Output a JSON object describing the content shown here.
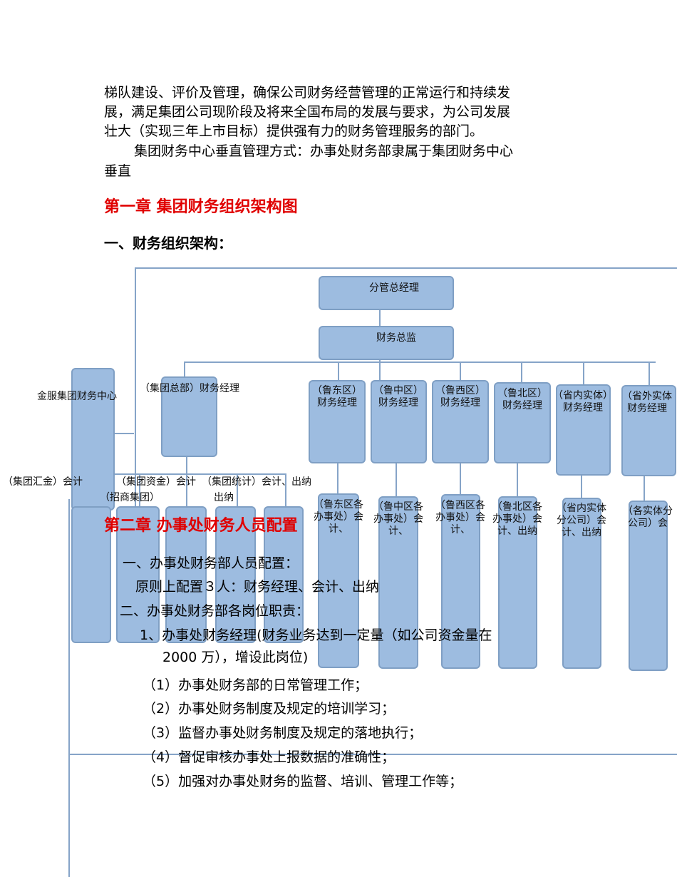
{
  "intro": {
    "lines": [
      "梯队建设、评价及管理，确保公司财务经营管理的正常运行和持续发",
      "展，满足集团公司现阶段及将来全国布局的发展与要求，为公司发展",
      "壮大（实现三年上市目标）提供强有力的财务管理服务的部门。",
      "集团财务中心垂直管理方式：办事处财务部隶属于集团财务中心",
      "垂直"
    ]
  },
  "chapter1": {
    "title": "第一章  集团财务组织架构图",
    "section": "一、财务组织架构："
  },
  "org": {
    "top": "分管总经理",
    "cfo": "财务总监",
    "center": "金服集团财务中心",
    "hq": "（集团总部）财务经理",
    "regions": [
      {
        "a": "（鲁东区）",
        "b": "财务经理"
      },
      {
        "a": "（鲁中区）",
        "b": "财务经理"
      },
      {
        "a": "（鲁西区）",
        "b": "财务经理"
      },
      {
        "a": "（鲁北区）",
        "b": "财务经理"
      },
      {
        "a": "（省内实体）",
        "b": "财务经理"
      },
      {
        "a": "（省外实体",
        "b": "财务经理"
      }
    ],
    "hq_staff": [
      "（集团汇金）会计",
      "（招商集团）",
      "（集团资金）会计",
      "出纳",
      "（集团统计）会计、出纳"
    ],
    "region_staff": [
      "（鲁东区各办事处）会计、",
      "（鲁中区各办事处）会计、",
      "（鲁西区各办事处）会计、",
      "（鲁北区各办事处）会计、出纳",
      "（省内实体分公司）会计、出纳",
      "（各实体分公司）会"
    ]
  },
  "chapter2": {
    "title": "第二章  办事处财务人员配置",
    "lines": [
      "一、办事处财务部人员配置：",
      "原则上配置３人：财务经理、会计、出纳",
      "二、办事处财务部各岗位职责：",
      "1、办事处财务经理(财务业务达到一定量（如公司资金量在",
      "2000 万），增设此岗位)",
      "（1）办事处财务部的日常管理工作；",
      "（2）办事处财务制度及规定的培训学习；",
      "（3）监督办事处财务制度及规定的落地执行；",
      "（4）督促审核办事处上报数据的准确性；",
      "（5）加强对办事处财务的监督、培训、管理工作等；"
    ]
  }
}
